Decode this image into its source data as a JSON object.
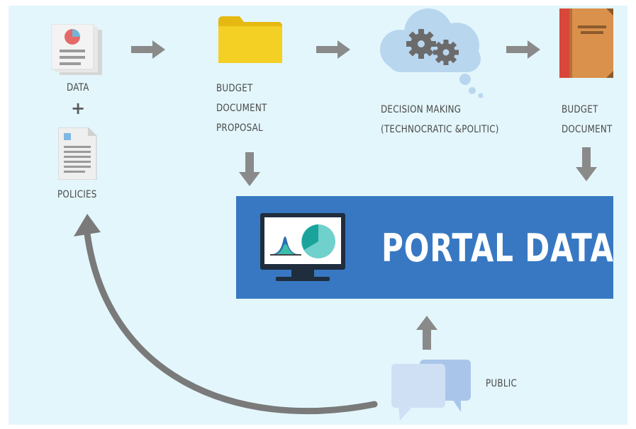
{
  "nodes": {
    "data": {
      "label": "DATA"
    },
    "plus": "+",
    "policies": {
      "label": "POLICIES"
    },
    "proposal": {
      "lines": [
        "BUDGET",
        "DOCUMENT",
        "PROPOSAL"
      ]
    },
    "decision": {
      "lines": [
        "DECISION MAKING",
        "(TECHNOCRATIC &POLITIC)"
      ]
    },
    "budget_document": {
      "lines": [
        "BUDGET",
        "DOCUMENT"
      ]
    },
    "portal": {
      "title": "PORTAL DATA"
    },
    "public": {
      "label": "PUBLIC"
    }
  },
  "icons": {
    "data": "report-chart-icon",
    "policies": "document-icon",
    "proposal": "folder-icon",
    "decision": "cloud-gears-icon",
    "budget_document": "book-icon",
    "portal": "monitor-chart-icon",
    "public": "speech-bubbles-icon"
  },
  "colors": {
    "background": "#e3f6fb",
    "portal": "#3878c2",
    "arrow": "#8a8a8a",
    "folder": "#f0c91e",
    "book": "#d9914b",
    "book_spine": "#d9473b",
    "cloud": "#b9d6ef",
    "chat": "#c6daf2"
  }
}
